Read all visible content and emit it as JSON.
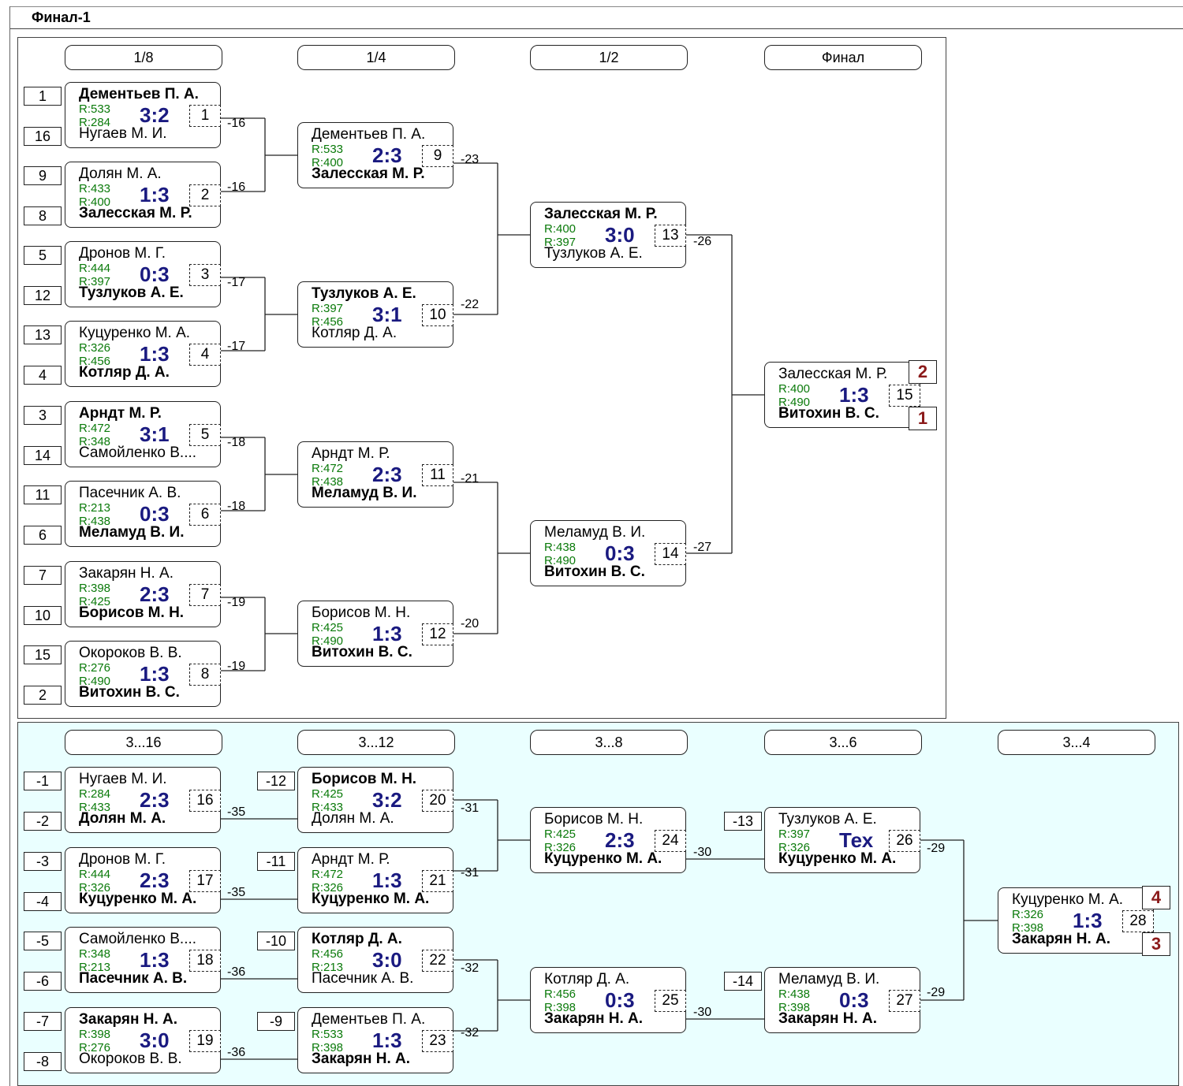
{
  "title": "Финал-1",
  "main": {
    "rounds": [
      "1/8",
      "1/4",
      "1/2",
      "Финал"
    ],
    "seeds": [
      "1",
      "16",
      "9",
      "8",
      "5",
      "12",
      "13",
      "4",
      "3",
      "14",
      "11",
      "6",
      "7",
      "10",
      "15",
      "2"
    ],
    "games": [
      {
        "p1": "Дементьев П. А.",
        "p2": "Нугаев М. И.",
        "r1": "R:533",
        "r2": "R:284",
        "score": "3:2",
        "num": "1",
        "w": 1
      },
      {
        "p1": "Долян М. А.",
        "p2": "Залесская М. Р.",
        "r1": "R:433",
        "r2": "R:400",
        "score": "1:3",
        "num": "2",
        "w": 2
      },
      {
        "p1": "Дронов М. Г.",
        "p2": "Тузлуков А. Е.",
        "r1": "R:444",
        "r2": "R:397",
        "score": "0:3",
        "num": "3",
        "w": 2
      },
      {
        "p1": "Куцуренко М. А.",
        "p2": "Котляр Д. А.",
        "r1": "R:326",
        "r2": "R:456",
        "score": "1:3",
        "num": "4",
        "w": 2
      },
      {
        "p1": "Арндт М. Р.",
        "p2": "Самойленко В....",
        "r1": "R:472",
        "r2": "R:348",
        "score": "3:1",
        "num": "5",
        "w": 1
      },
      {
        "p1": "Пасечник А. В.",
        "p2": "Меламуд В. И.",
        "r1": "R:213",
        "r2": "R:438",
        "score": "0:3",
        "num": "6",
        "w": 2
      },
      {
        "p1": "Закарян Н. А.",
        "p2": "Борисов М. Н.",
        "r1": "R:398",
        "r2": "R:425",
        "score": "2:3",
        "num": "7",
        "w": 2
      },
      {
        "p1": "Окороков В. В.",
        "p2": "Витохин В. С.",
        "r1": "R:276",
        "r2": "R:490",
        "score": "1:3",
        "num": "8",
        "w": 2
      },
      {
        "p1": "Дементьев П. А.",
        "p2": "Залесская М. Р.",
        "r1": "R:533",
        "r2": "R:400",
        "score": "2:3",
        "num": "9",
        "w": 2
      },
      {
        "p1": "Тузлуков А. Е.",
        "p2": "Котляр Д. А.",
        "r1": "R:397",
        "r2": "R:456",
        "score": "3:1",
        "num": "10",
        "w": 1
      },
      {
        "p1": "Арндт М. Р.",
        "p2": "Меламуд В. И.",
        "r1": "R:472",
        "r2": "R:438",
        "score": "2:3",
        "num": "11",
        "w": 2
      },
      {
        "p1": "Борисов М. Н.",
        "p2": "Витохин В. С.",
        "r1": "R:425",
        "r2": "R:490",
        "score": "1:3",
        "num": "12",
        "w": 2
      },
      {
        "p1": "Залесская М. Р.",
        "p2": "Тузлуков А. Е.",
        "r1": "R:400",
        "r2": "R:397",
        "score": "3:0",
        "num": "13",
        "w": 1
      },
      {
        "p1": "Меламуд В. И.",
        "p2": "Витохин В. С.",
        "r1": "R:438",
        "r2": "R:490",
        "score": "0:3",
        "num": "14",
        "w": 2
      },
      {
        "p1": "Залесская М. Р.",
        "p2": "Витохин В. С.",
        "r1": "R:400",
        "r2": "R:490",
        "score": "1:3",
        "num": "15",
        "w": 2
      }
    ],
    "loser_labels": [
      "-16",
      "-16",
      "-17",
      "-17",
      "-18",
      "-18",
      "-19",
      "-19",
      "-23",
      "-22",
      "-21",
      "-20",
      "-26",
      "-27"
    ],
    "places": [
      "2",
      "1"
    ]
  },
  "consolation": {
    "rounds": [
      "3...16",
      "3...12",
      "3...8",
      "3...6",
      "3...4"
    ],
    "seeds": [
      "-1",
      "-2",
      "-3",
      "-4",
      "-5",
      "-6",
      "-7",
      "-8"
    ],
    "drop_seeds": [
      "-12",
      "-11",
      "-10",
      "-9",
      "-13",
      "-14"
    ],
    "games": [
      {
        "p1": "Нугаев М. И.",
        "p2": "Долян М. А.",
        "r1": "R:284",
        "r2": "R:433",
        "score": "2:3",
        "num": "16",
        "w": 2
      },
      {
        "p1": "Дронов М. Г.",
        "p2": "Куцуренко М. А.",
        "r1": "R:444",
        "r2": "R:326",
        "score": "2:3",
        "num": "17",
        "w": 2
      },
      {
        "p1": "Самойленко В....",
        "p2": "Пасечник А. В.",
        "r1": "R:348",
        "r2": "R:213",
        "score": "1:3",
        "num": "18",
        "w": 2
      },
      {
        "p1": "Закарян Н. А.",
        "p2": "Окороков В. В.",
        "r1": "R:398",
        "r2": "R:276",
        "score": "3:0",
        "num": "19",
        "w": 1
      },
      {
        "p1": "Борисов М. Н.",
        "p2": "Долян М. А.",
        "r1": "R:425",
        "r2": "R:433",
        "score": "3:2",
        "num": "20",
        "w": 1
      },
      {
        "p1": "Арндт М. Р.",
        "p2": "Куцуренко М. А.",
        "r1": "R:472",
        "r2": "R:326",
        "score": "1:3",
        "num": "21",
        "w": 2
      },
      {
        "p1": "Котляр Д. А.",
        "p2": "Пасечник А. В.",
        "r1": "R:456",
        "r2": "R:213",
        "score": "3:0",
        "num": "22",
        "w": 1
      },
      {
        "p1": "Дементьев П. А.",
        "p2": "Закарян Н. А.",
        "r1": "R:533",
        "r2": "R:398",
        "score": "1:3",
        "num": "23",
        "w": 2
      },
      {
        "p1": "Борисов М. Н.",
        "p2": "Куцуренко М. А.",
        "r1": "R:425",
        "r2": "R:326",
        "score": "2:3",
        "num": "24",
        "w": 2
      },
      {
        "p1": "Котляр Д. А.",
        "p2": "Закарян Н. А.",
        "r1": "R:456",
        "r2": "R:398",
        "score": "0:3",
        "num": "25",
        "w": 2
      },
      {
        "p1": "Тузлуков А. Е.",
        "p2": "Куцуренко М. А.",
        "r1": "R:397",
        "r2": "R:326",
        "score": "Тех",
        "num": "26",
        "w": 2
      },
      {
        "p1": "Меламуд В. И.",
        "p2": "Закарян Н. А.",
        "r1": "R:438",
        "r2": "R:398",
        "score": "0:3",
        "num": "27",
        "w": 2
      },
      {
        "p1": "Куцуренко М. А.",
        "p2": "Закарян Н. А.",
        "r1": "R:326",
        "r2": "R:398",
        "score": "1:3",
        "num": "28",
        "w": 2
      }
    ],
    "loser_labels": [
      "-35",
      "-35",
      "-36",
      "-36",
      "-31",
      "-31",
      "-32",
      "-32",
      "-30",
      "-30",
      "-29",
      "-29"
    ],
    "places": [
      "4",
      "3"
    ]
  },
  "colors": {
    "rating": "#0a7a0a",
    "score": "#1a1a80",
    "place": "#8b1a1a",
    "consolation_bg": "#eaffff"
  }
}
